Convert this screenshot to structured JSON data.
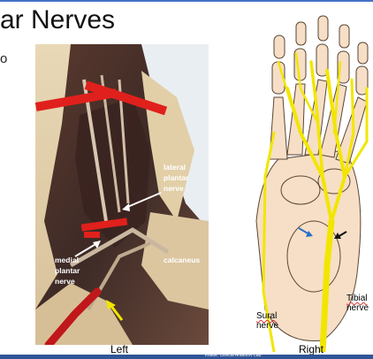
{
  "slide": {
    "title": "ar Nerves",
    "subtitle": "o",
    "left_caption": "Left",
    "right_caption": "Right",
    "credit": "Image: Clinical Anatomy Lab"
  },
  "photo": {
    "labels": {
      "lateral_1": "lateral",
      "lateral_2": "plantar",
      "lateral_3": "nerve",
      "medial_1": "medial",
      "medial_2": "plantar",
      "medial_3": "nerve",
      "calcaneus": "calcaneus"
    }
  },
  "illustration": {
    "labels": {
      "sural_1": "Sural",
      "sural_2": "nerve",
      "tibial_1": "Tibial",
      "tibial_2": "nerve"
    }
  },
  "colors": {
    "accent": "#4472c4",
    "nerve_yellow": "#f2e600",
    "bone": "#f6dfc6",
    "marker_red": "#e0201c"
  }
}
